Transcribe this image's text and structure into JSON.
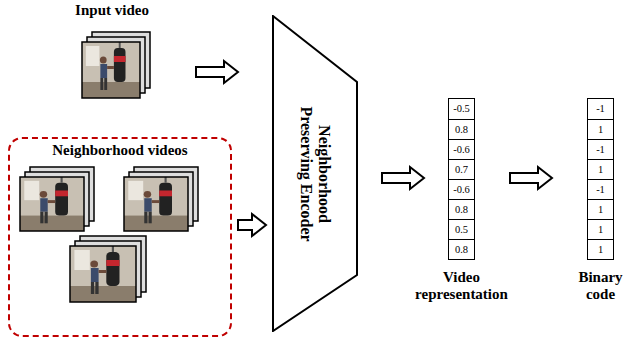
{
  "diagram": {
    "nodes": [
      {
        "text": [
          "Input video"
        ]
      },
      {
        "text": [
          "Neighborhood videos"
        ]
      },
      {
        "text": [
          "Neighborhood Preserving Encoder"
        ]
      },
      {
        "text": [
          "-0.5",
          "0.8",
          "-0.6",
          "0.7",
          "-0.6",
          "0.8",
          "0.5",
          "0.8",
          "Video representation"
        ]
      },
      {
        "text": [
          "-1",
          "1",
          "-1",
          "1",
          "-1",
          "1",
          "1",
          "1",
          "Binary code"
        ]
      }
    ],
    "edges": [
      {
        "from": 0,
        "to": 2,
        "arrow": "to"
      },
      {
        "from": 1,
        "to": 2,
        "arrow": "to"
      },
      {
        "from": 2,
        "to": 3,
        "arrow": "to"
      },
      {
        "from": 3,
        "to": 4,
        "arrow": "to"
      }
    ]
  }
}
